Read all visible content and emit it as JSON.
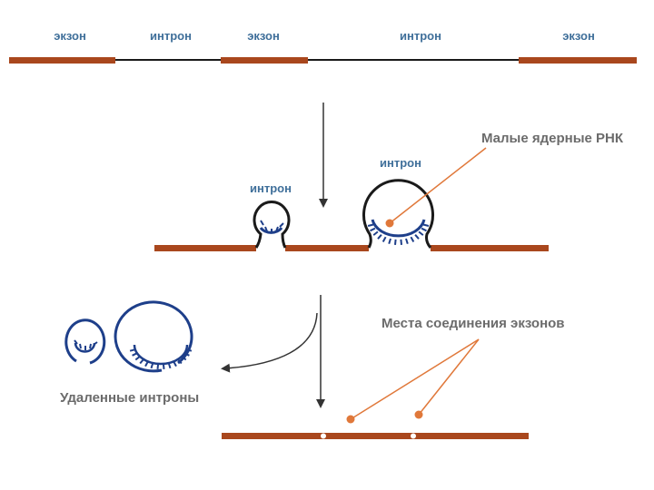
{
  "labels": {
    "exon": "экзон",
    "intron": "интрон",
    "snrna": "Малые ядерные РНК",
    "junctions": "Места соединения экзонов",
    "removed_introns": "Удаленные интроны"
  },
  "colors": {
    "exon": "#a9471d",
    "intron_line": "#1a1a1a",
    "snrna": "#1e3f8a",
    "pointer": "#e0783a",
    "label_blue": "#3f6f9a",
    "label_grey": "#6b6b6b"
  }
}
